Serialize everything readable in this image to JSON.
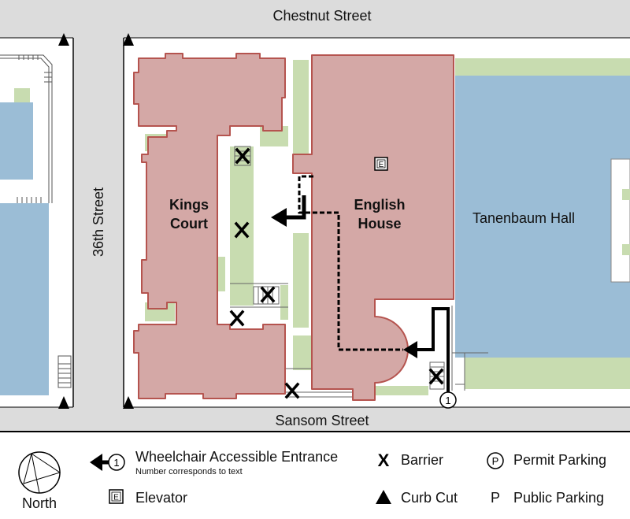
{
  "streets": {
    "north": "Chestnut Street",
    "south": "Sansom Street",
    "west": "36th Street"
  },
  "buildings": {
    "kings_court_line1": "Kings",
    "kings_court_line2": "Court",
    "english_house_line1": "English",
    "english_house_line2": "House",
    "tanenbaum": "Tanenbaum Hall"
  },
  "markers": {
    "elevator_symbol": "E",
    "entrance_number": "1"
  },
  "legend": {
    "north_label": "North",
    "entrance_label": "Wheelchair Accessible Entrance",
    "entrance_note": "Number corresponds to text",
    "entrance_number": "1",
    "elevator_symbol": "E",
    "elevator_label": "Elevator",
    "barrier_symbol": "X",
    "barrier_label": "Barrier",
    "curb_cut_label": "Curb Cut",
    "permit_symbol": "P",
    "permit_label": "Permit Parking",
    "public_symbol": "P",
    "public_label": "Public Parking"
  },
  "colors": {
    "street": "#dcdcdc",
    "building": "#d4a8a6",
    "building_outline": "#b5544f",
    "neighbor": "#9bbdd6",
    "grass": "#c8dcb0",
    "route": "#000000"
  }
}
